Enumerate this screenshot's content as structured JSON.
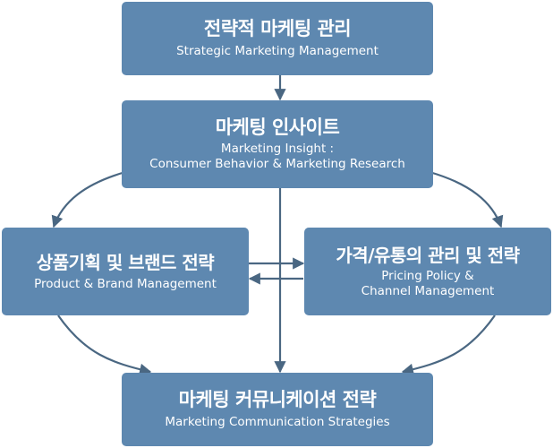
{
  "diagram": {
    "colors": {
      "box_fill": "#5e88b0",
      "connector": "#4a6782",
      "text": "#ffffff"
    },
    "nodes": {
      "strategic": {
        "title_ko": "전략적 마케팅 관리",
        "title_en": "Strategic Marketing Management"
      },
      "insight": {
        "title_ko": "마케팅 인사이트",
        "title_en": "Marketing Insight :\nConsumer Behavior & Marketing Research"
      },
      "product": {
        "title_ko": "상품기획 및 브랜드 전략",
        "title_en": "Product & Brand Management"
      },
      "pricing": {
        "title_ko": "가격/유통의 관리 및 전략",
        "title_en": "Pricing Policy &\nChannel Management"
      },
      "communication": {
        "title_ko": "마케팅 커뮤니케이션 전략",
        "title_en": "Marketing Communication Strategies"
      }
    },
    "edges": [
      {
        "from": "strategic",
        "to": "insight"
      },
      {
        "from": "insight",
        "to": "product"
      },
      {
        "from": "insight",
        "to": "pricing"
      },
      {
        "from": "insight",
        "to": "communication"
      },
      {
        "from": "product",
        "to": "pricing"
      },
      {
        "from": "pricing",
        "to": "product"
      },
      {
        "from": "product",
        "to": "communication"
      },
      {
        "from": "pricing",
        "to": "communication"
      }
    ]
  }
}
